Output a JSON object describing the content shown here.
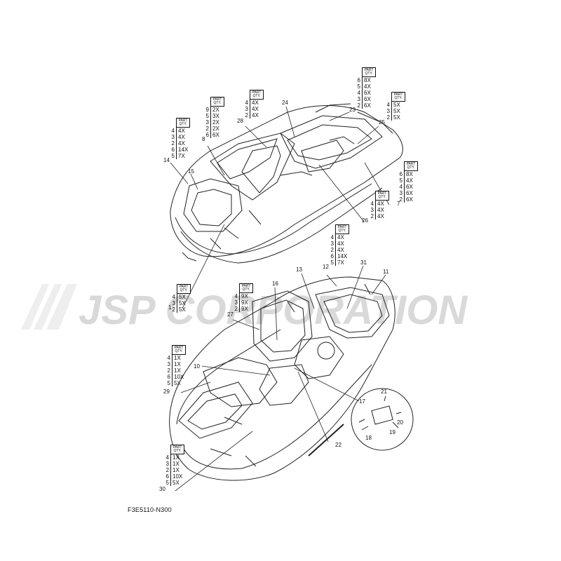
{
  "watermark": {
    "text": "JSP CORPORATION",
    "color": "#d9d9d9"
  },
  "diagram_code": "F3E5110-N300",
  "qty_header": {
    "part": "PART",
    "qty": "QTY."
  },
  "qty_tables": [
    {
      "id": "t14",
      "rows": [
        [
          "4",
          "4X"
        ],
        [
          "3",
          "4X"
        ],
        [
          "2",
          "4X"
        ],
        [
          "6",
          "14X"
        ],
        [
          "5",
          "7X"
        ]
      ],
      "callout": "14"
    },
    {
      "id": "t8",
      "rows": [
        [
          "9",
          "2X"
        ],
        [
          "5",
          "3X"
        ],
        [
          "3",
          "2X"
        ],
        [
          "2",
          "2X"
        ],
        [
          "6",
          "6X"
        ]
      ],
      "callout": "8"
    },
    {
      "id": "t28",
      "rows": [
        [
          "4",
          "4X"
        ],
        [
          "3",
          "4X"
        ],
        [
          "2",
          "4X"
        ]
      ],
      "callout": "28"
    },
    {
      "id": "t23",
      "rows": [
        [
          "6",
          "8X"
        ],
        [
          "5",
          "4X"
        ],
        [
          "4",
          "6X"
        ],
        [
          "3",
          "6X"
        ],
        [
          "2",
          "6X"
        ]
      ],
      "callout": "23"
    },
    {
      "id": "t25",
      "rows": [
        [
          "4",
          "5X"
        ],
        [
          "3",
          "5X"
        ],
        [
          "2",
          "5X"
        ]
      ],
      "callout": "25"
    },
    {
      "id": "t7",
      "rows": [
        [
          "6",
          "8X"
        ],
        [
          "5",
          "4X"
        ],
        [
          "4",
          "6X"
        ],
        [
          "3",
          "6X"
        ],
        [
          "2",
          "6X"
        ]
      ],
      "callout": "7"
    },
    {
      "id": "t26",
      "rows": [
        [
          "4",
          "4X"
        ],
        [
          "3",
          "4X"
        ],
        [
          "2",
          "4X"
        ]
      ],
      "callout": "26"
    },
    {
      "id": "t12",
      "rows": [
        [
          "4",
          "4X"
        ],
        [
          "3",
          "4X"
        ],
        [
          "2",
          "4X"
        ],
        [
          "6",
          "14X"
        ],
        [
          "5",
          "7X"
        ]
      ],
      "callout": "12"
    },
    {
      "id": "t1",
      "rows": [
        [
          "4",
          "5X"
        ],
        [
          "3",
          "5X"
        ],
        [
          "2",
          "5X"
        ]
      ],
      "callout": "1"
    },
    {
      "id": "t27",
      "rows": [
        [
          "4",
          "9X"
        ],
        [
          "3",
          "9X"
        ],
        [
          "2",
          "9X"
        ]
      ],
      "callout": "27"
    },
    {
      "id": "t29",
      "rows": [
        [
          "4",
          "1X"
        ],
        [
          "3",
          "1X"
        ],
        [
          "2",
          "1X"
        ],
        [
          "6",
          "10X"
        ],
        [
          "5",
          "5X"
        ]
      ],
      "callout": "29"
    },
    {
      "id": "t30",
      "rows": [
        [
          "4",
          "1X"
        ],
        [
          "3",
          "1X"
        ],
        [
          "2",
          "1X"
        ],
        [
          "6",
          "10X"
        ],
        [
          "5",
          "5X"
        ]
      ],
      "callout": "30"
    }
  ],
  "callouts": {
    "c24": "24",
    "c15": "15",
    "c13": "13",
    "c31": "31",
    "c11": "11",
    "c16": "16",
    "c10": "10",
    "c17": "17",
    "c21": "21",
    "c20": "20",
    "c19": "19",
    "c18": "18",
    "c22": "22"
  }
}
